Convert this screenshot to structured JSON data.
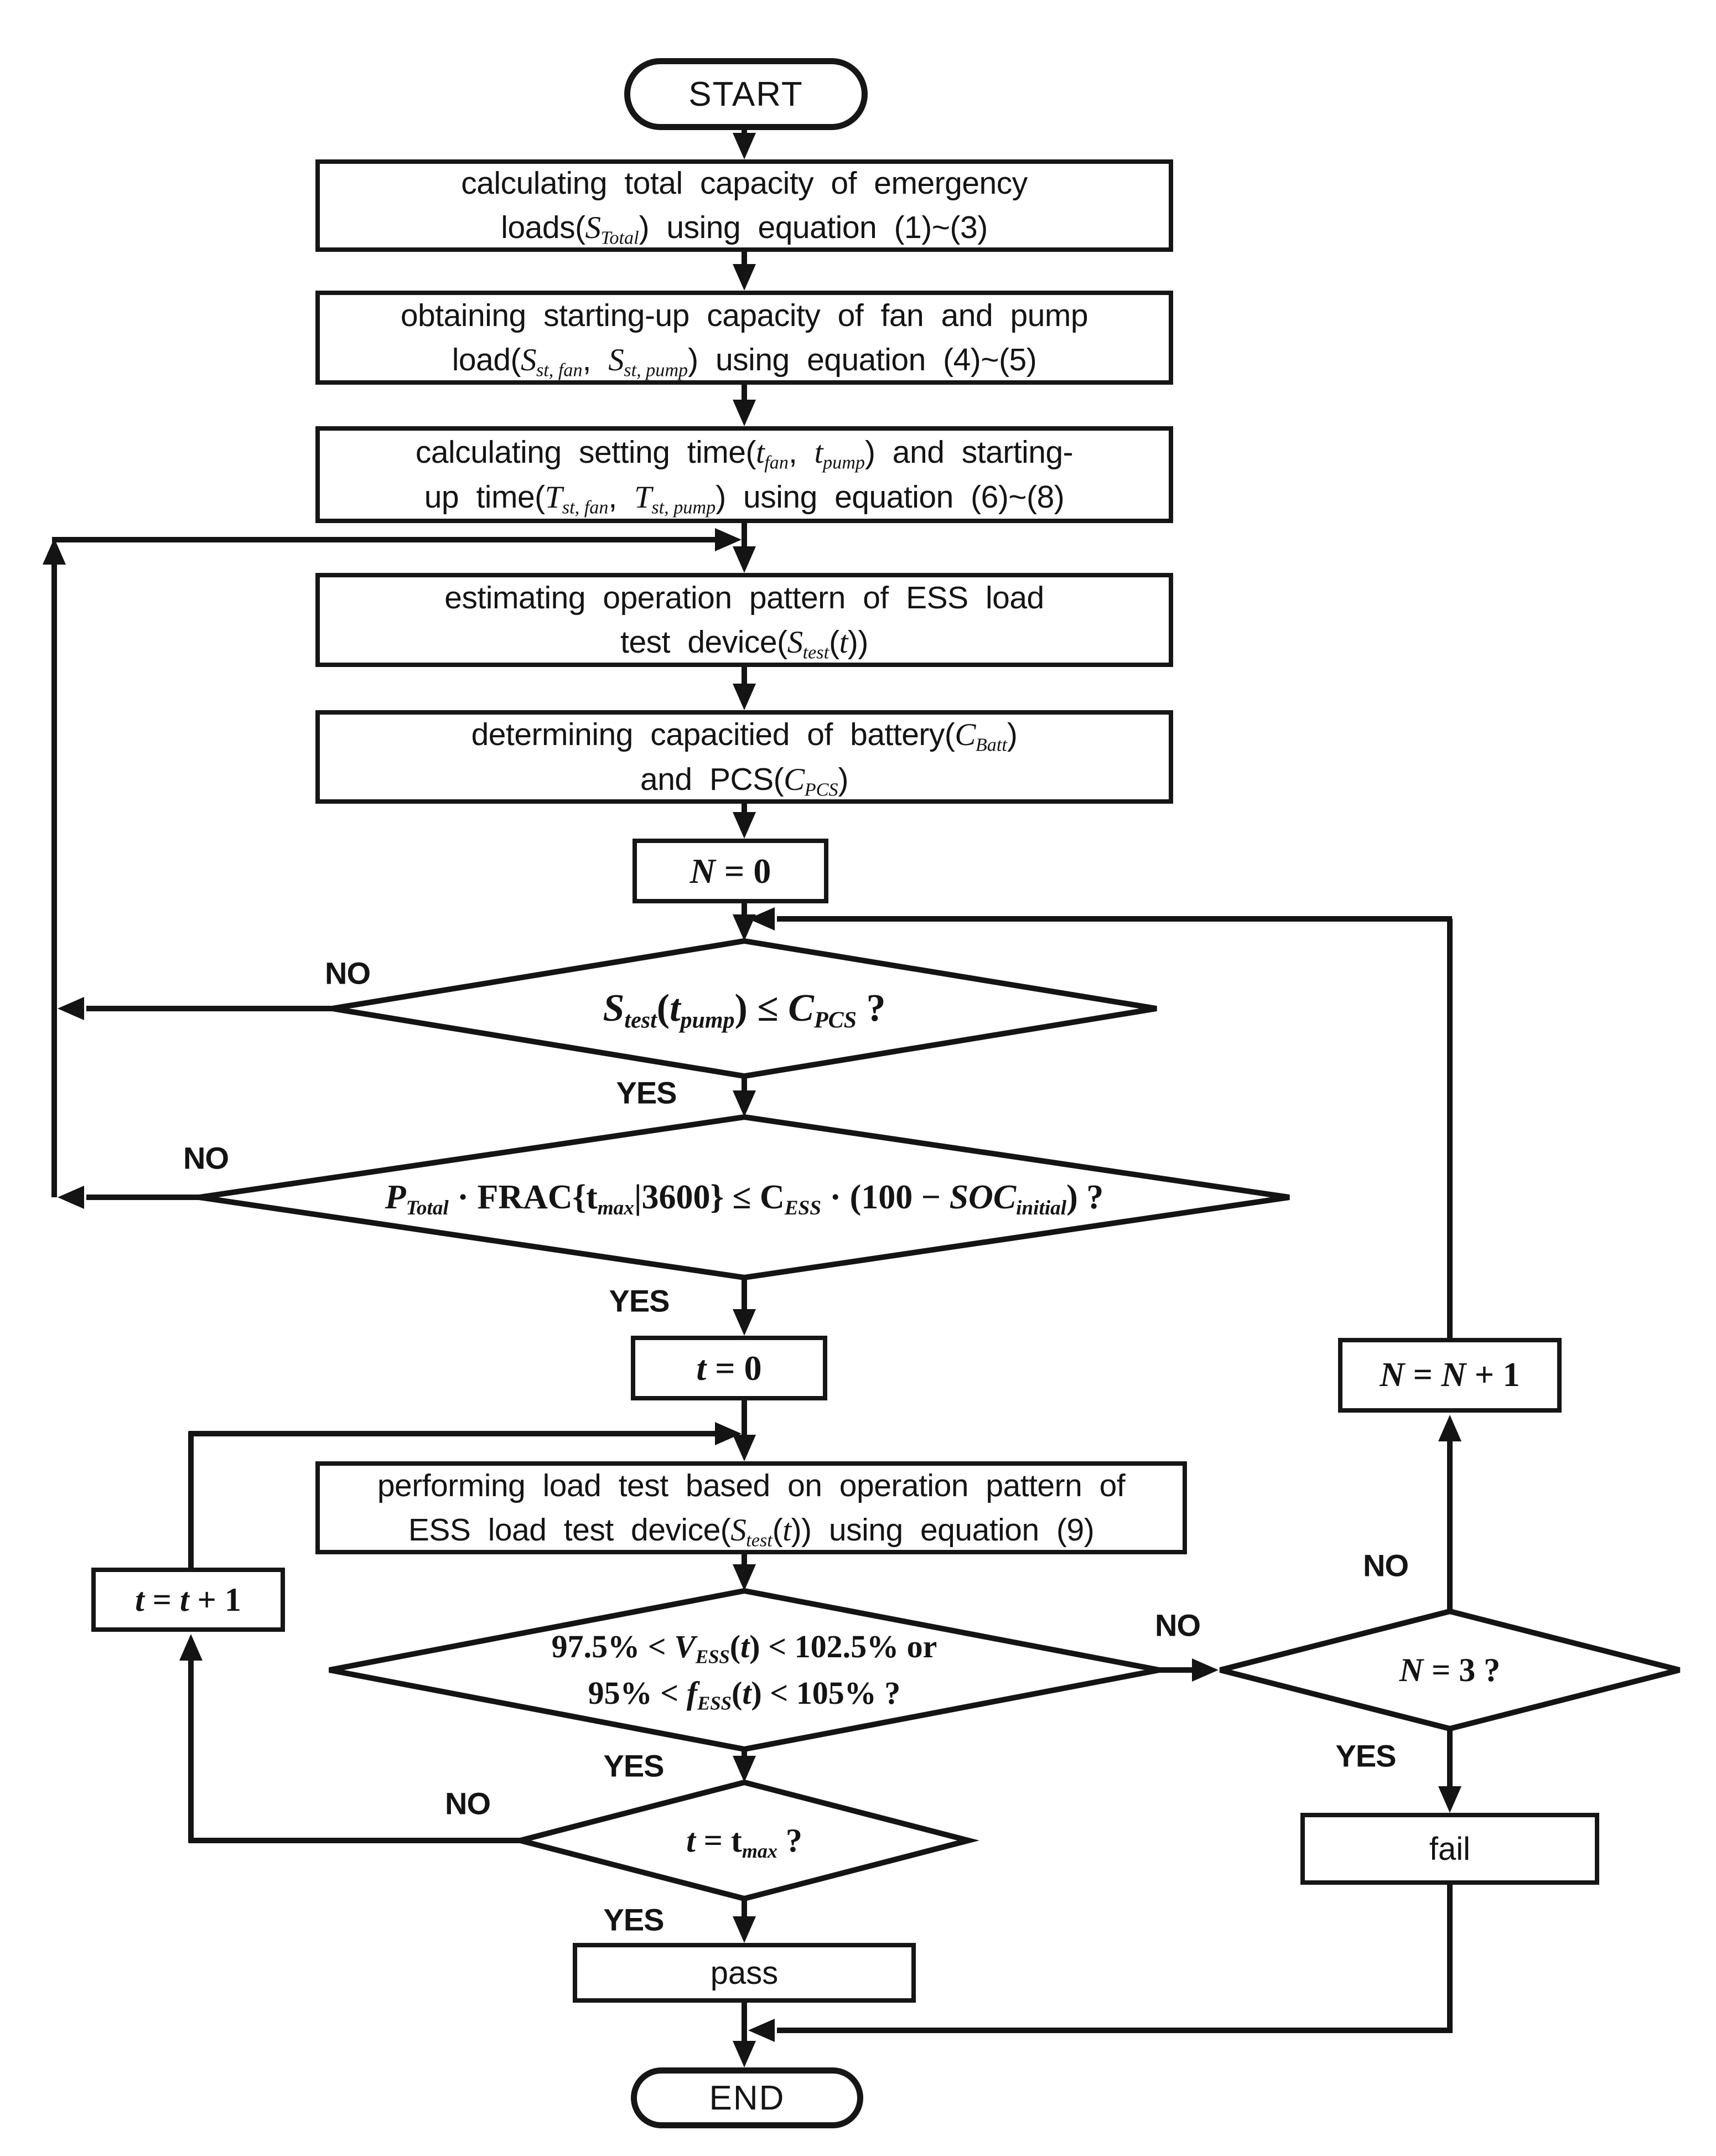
{
  "nodes": {
    "start": {
      "label": "START"
    },
    "calc_total_capacity": {
      "line1": "calculating total capacity of emergency",
      "line2": "loads(MI{S}_{Total}) using equation (1)~(3)"
    },
    "obtain_startup_capacity": {
      "line1": "obtaining starting-up capacity of fan and pump",
      "line2": "load(MI{S}_{st, fan}, MI{S}_{st, pump}) using equation (4)~(5)"
    },
    "calc_setting_time": {
      "line1": "calculating setting time(MI{t}_{fan}, MI{t}_{pump}) and starting-",
      "line2": "up time(MI{T}_{st, fan}, MI{T}_{st, pump}) using equation (6)~(8)"
    },
    "estimate_pattern": {
      "line1": "estimating operation pattern of ESS load",
      "line2": "test device(MI{S}_{test}(MI{t}))"
    },
    "determine_capacity": {
      "line1": "determining capacitied of battery(MI{C}_{Batt})",
      "line2": "and PCS(MI{C}_{PCS})"
    },
    "n_init": {
      "label": "MI{N} = 0"
    },
    "decision_stest": {
      "label": "MI{S}_{test}(MI{t}_{pump}) ≤ MI{C}_{PCS} ?"
    },
    "decision_energy": {
      "label": "MI{P}_{Total} · FRAC{t_{max}|3600} ≤ C_{ESS} · (100 − MI{SOC}_{initial}) ?"
    },
    "t_init": {
      "label": "MI{t} = 0"
    },
    "n_increment": {
      "label": "MI{N} = MI{N} + 1"
    },
    "perform_load_test": {
      "line1": "performing load test based on operation pattern of",
      "line2": "ESS load test device(MI{S}_{test}(MI{t})) using equation (9)"
    },
    "t_increment": {
      "label": "MI{t} = MI{t} + 1"
    },
    "decision_limits": {
      "line1": "97.5% < MI{V}_{ESS}(MI{t}) < 102.5% or",
      "line2": "95% < MI{f}_{ESS}(MI{t}) < 105% ?"
    },
    "decision_n3": {
      "label": "MI{N} = 3 ?"
    },
    "decision_tmax": {
      "label": "MI{t} = t_{max} ?"
    },
    "fail": {
      "label": "fail"
    },
    "pass": {
      "label": "pass"
    },
    "end": {
      "label": "END"
    }
  },
  "edge_labels": {
    "yes": "YES",
    "no": "NO"
  },
  "colors": {
    "line": "#141414",
    "background": "#ffffff"
  }
}
